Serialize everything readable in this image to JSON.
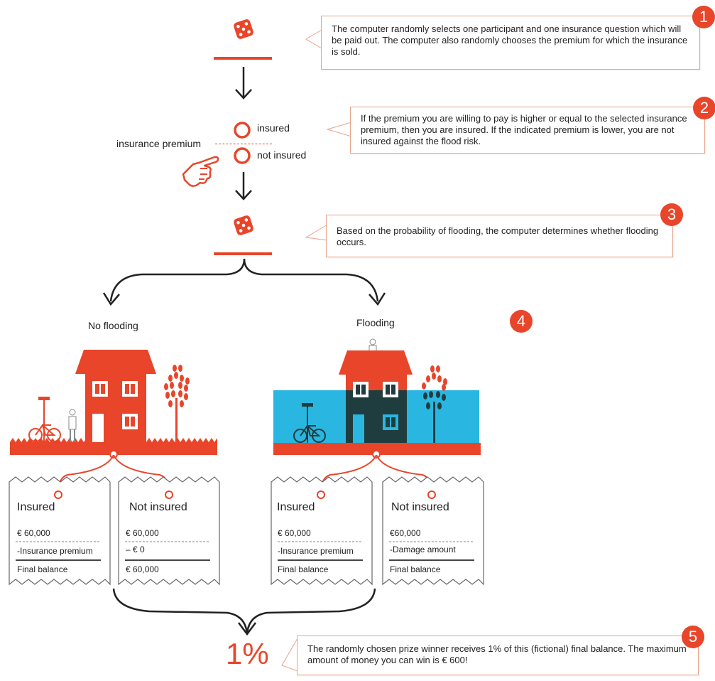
{
  "steps": {
    "one": {
      "badge": "1",
      "text": "The computer randomly selects one participant and one insurance question which will be paid out. The computer also randomly chooses the premium for which the insurance is sold."
    },
    "two": {
      "badge": "2",
      "text": "If the premium you are willing to pay is higher or equal to the selected insurance premium, then you are insured. If the indicated premium is lower, you are not insured against the flood risk."
    },
    "three": {
      "badge": "3",
      "text": "Based on the probability of flooding, the computer determines whether flooding occurs."
    },
    "four": {
      "badge": "4"
    },
    "five": {
      "badge": "5",
      "text": "The randomly chosen prize winner receives 1% of this (fictional) final balance. The maximum amount of money you can win is € 600!"
    }
  },
  "choice": {
    "premium_label": "insurance premium",
    "insured_label": "insured",
    "not_insured_label": "not insured"
  },
  "outcomes": {
    "no_flooding": "No flooding",
    "flooding": "Flooding"
  },
  "tickets": [
    {
      "title": "Insured",
      "line1": "€ 60,000",
      "line2": "-Insurance premium",
      "line3": "Final balance"
    },
    {
      "title": "Not insured",
      "line1": "€ 60,000",
      "line2": "– € 0",
      "line3": "€ 60,000"
    },
    {
      "title": "Insured",
      "line1": "€ 60,000",
      "line2": " -Insurance premium",
      "line3": "Final balance"
    },
    {
      "title": "Not insured",
      "line1": "€60,000",
      "line2": "-Damage amount",
      "line3": "Final balance"
    }
  ],
  "prize_percent": "1%",
  "colors": {
    "accent": "#e8452a",
    "water": "#29b6e0",
    "dark": "#1f3d3f"
  },
  "icons": [
    "dice-icon",
    "down-arrow-icon",
    "radio-icon",
    "pointing-hand-icon",
    "house-icon",
    "tree-icon",
    "bicycle-icon",
    "lamp-icon",
    "person-icon"
  ]
}
